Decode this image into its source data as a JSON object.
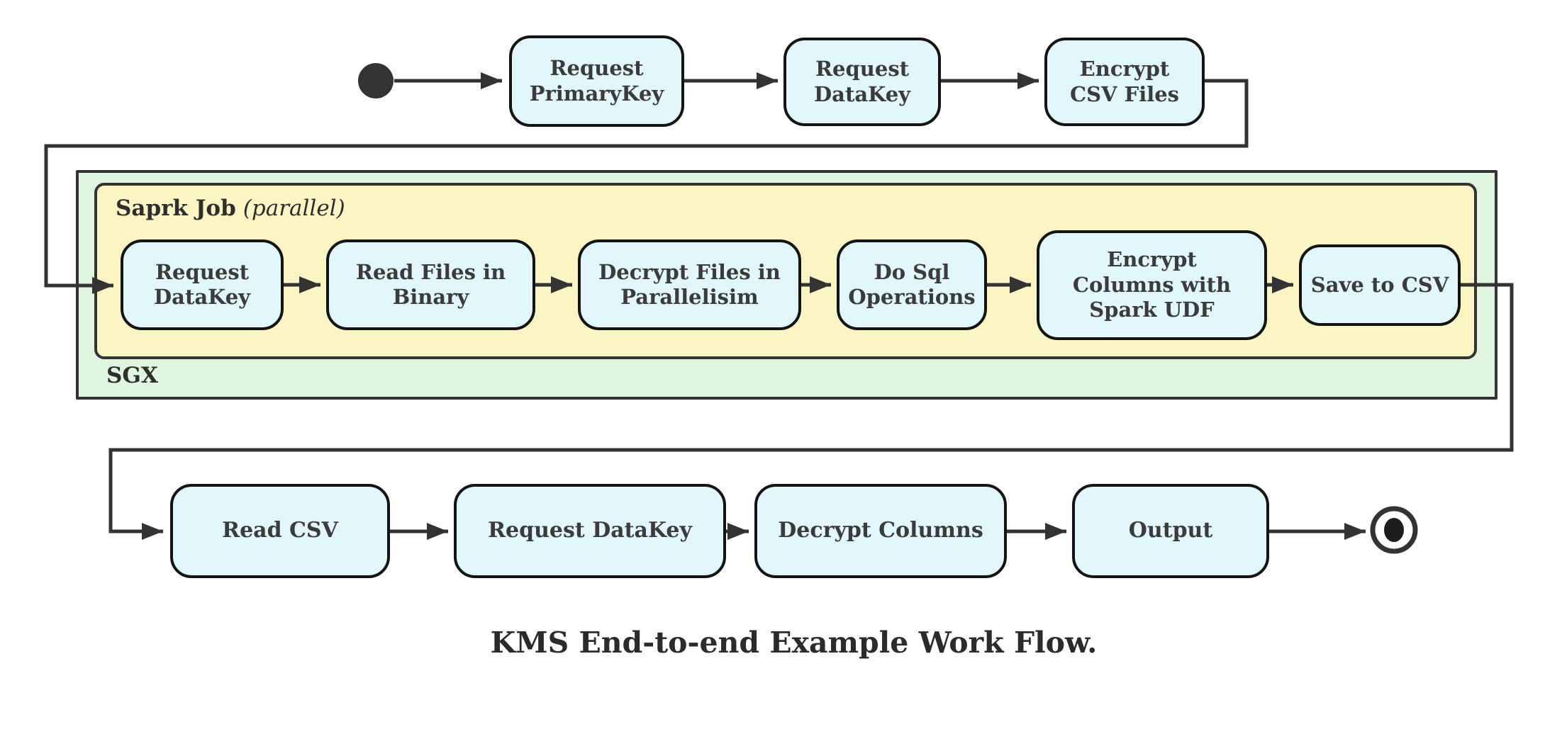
{
  "diagram": {
    "caption": "KMS End-to-end Example Work Flow.",
    "containers": {
      "sgx": {
        "label": "SGX",
        "fill": "#e0f5e0"
      },
      "spark_job": {
        "label": "Saprk Job",
        "annotation": "(parallel)",
        "fill": "#fbf5c3"
      }
    },
    "nodes": {
      "top": [
        "Request\nPrimaryKey",
        "Request\nDataKey",
        "Encrypt\nCSV Files"
      ],
      "spark": [
        "Request\nDataKey",
        "Read Files in\nBinary",
        "Decrypt Files in\nParallelisim",
        "Do Sql\nOperations",
        "Encrypt\nColumns with\nSpark UDF",
        "Save to CSV"
      ],
      "bottom": [
        "Read CSV",
        "Request DataKey",
        "Decrypt Columns",
        "Output"
      ]
    },
    "flow": [
      "start -> Request PrimaryKey -> Request DataKey -> Encrypt CSV Files",
      "-> [SGX / Saprk Job (parallel)]: Request DataKey -> Read Files in Binary -> Decrypt Files in Parallelisim -> Do Sql Operations -> Encrypt Columns with Spark UDF -> Save to CSV",
      "-> Read CSV -> Request DataKey -> Decrypt Columns -> Output -> end"
    ],
    "colors": {
      "node_fill": "#e1f7fb",
      "node_border": "#141414",
      "connector": "#333333",
      "spark_container_fill": "#fbf5c3",
      "sgx_container_fill": "#e0f5e0"
    }
  }
}
